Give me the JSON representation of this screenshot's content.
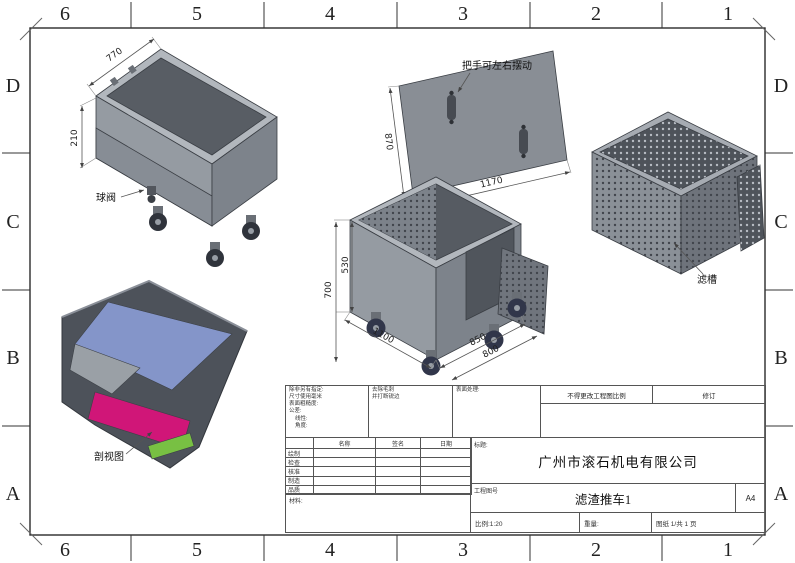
{
  "sheet": {
    "cols": [
      "6",
      "5",
      "4",
      "3",
      "2",
      "1"
    ],
    "rows": [
      "D",
      "C",
      "B",
      "A"
    ]
  },
  "views": {
    "tank": {
      "dim_width": "770",
      "dim_depth": "210",
      "valve_label": "球阀"
    },
    "lid": {
      "dim_height": "870",
      "dim_length": "1170",
      "note": "把手可左右摆动"
    },
    "cart": {
      "dim_total_height": "700",
      "dim_body_height": "530",
      "dim_length": "1100",
      "dim_front": "850",
      "dim_width": "800"
    },
    "basket": {
      "label": "滤槽"
    },
    "section": {
      "label": "剖视图",
      "colors": {
        "wall": "#8495c9",
        "slope": "#9aa0a6",
        "bottom": "#d01678",
        "edge": "#78c043"
      }
    }
  },
  "titleblock": {
    "spec_lines": [
      "除非另有指定:",
      "尺寸使用毫米",
      "表面粗糙度:",
      "公差:",
      "线性:",
      "角度:"
    ],
    "deburr_lines": [
      "去除毛刺",
      "并打断锐边"
    ],
    "finish_lines": [
      "表面处理:"
    ],
    "no_scale": "不得更改工程图比例",
    "revision": "修订",
    "cols": {
      "name": "名称",
      "sign": "签名",
      "date": "日期"
    },
    "rows": [
      "绘制",
      "检查",
      "核准",
      "制造",
      "品质"
    ],
    "title_label": "标题:",
    "company": "广州市滚石机电有限公司",
    "material_label": "材料:",
    "dwg_label": "工程图号",
    "drawing_no": "滤渣推车1",
    "paper_size": "A4",
    "scale": "比例:1:20",
    "weight_label": "重量:",
    "sheet_label": "图纸 1/共 1 页"
  }
}
